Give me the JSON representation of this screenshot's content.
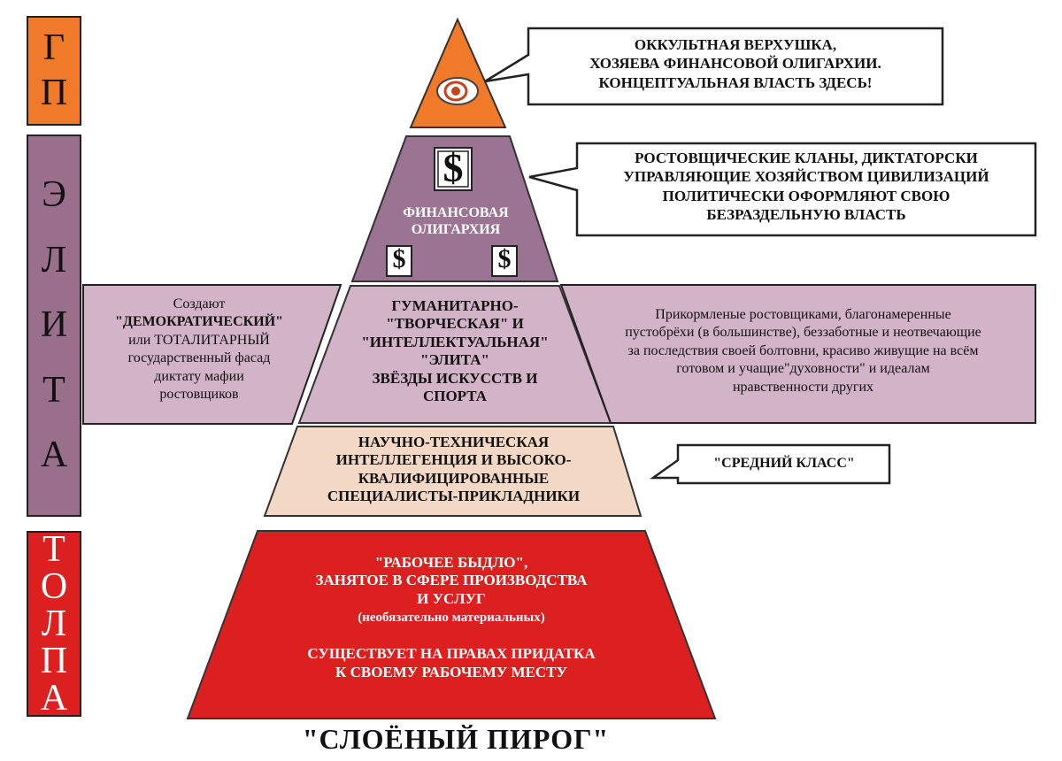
{
  "side_labels": {
    "gp": [
      "Г",
      "П"
    ],
    "elita": [
      "Э",
      "Л",
      "И",
      "Т",
      "А"
    ],
    "tolpa": [
      "Т",
      "О",
      "Л",
      "П",
      "А"
    ]
  },
  "pyramid": {
    "financial": [
      "ФИНАНСОВАЯ",
      "ОЛИГАРХИЯ"
    ],
    "dollar_symbol": "$",
    "humanitarian": [
      "ГУМАНИТАРНО-",
      "\"ТВОРЧЕСКАЯ\" И",
      "\"ИНТЕЛЛЕКТУАЛЬНАЯ\"",
      "\"ЭЛИТА\"",
      "ЗВЁЗДЫ ИСКУССТВ И",
      "СПОРТА"
    ],
    "technical": [
      "НАУЧНО-ТЕХНИЧЕСКАЯ",
      "ИНТЕЛЛЕГЕНЦИЯ И ВЫСОКО-",
      "КВАЛИФИЦИРОВАННЫЕ",
      "СПЕЦИАЛИСТЫ-ПРИКЛАДНИКИ"
    ],
    "worker": [
      "\"РАБОЧЕЕ БЫДЛО\",",
      "ЗАНЯТОЕ В СФЕРЕ ПРОИЗВОДСТВА",
      "И УСЛУГ"
    ],
    "worker_note": "(необязательно материальных)",
    "worker_tail": [
      "СУЩЕСТВУЕТ НА ПРАВАХ ПРИДАТКА",
      "К СВОЕМУ РАБОЧЕМУ МЕСТУ"
    ]
  },
  "callouts": {
    "top": [
      "ОККУЛЬТНАЯ ВЕРХУШКА,",
      "ХОЗЯЕВА ФИНАНСОВОЙ ОЛИГАРХИИ.",
      "КОНЦЕПТУАЛЬНАЯ ВЛАСТЬ ЗДЕСЬ!"
    ],
    "usury": [
      "РОСТОВЩИЧЕСКИЕ КЛАНЫ, ДИКТАТОРСКИ",
      "УПРАВЛЯЮЩИЕ ХОЗЯЙСТВОМ ЦИВИЛИЗАЦИЙ",
      "ПОЛИТИЧЕСКИ ОФОРМЛЯЮТ СВОЮ",
      "БЕЗРАЗДЕЛЬНУЮ ВЛАСТЬ"
    ],
    "middle": "\"СРЕДНИЙ КЛАСС\""
  },
  "side_boxes": {
    "left": [
      "Создают",
      "\"ДЕМОКРАТИЧЕСКИЙ\"",
      "или ТОТАЛИТАРНЫЙ",
      "государственный фасад",
      "диктату мафии",
      "ростовщиков"
    ],
    "right": [
      "Прикормленые ростовщиками, благонамеренные",
      "пустобрёхи (в большинстве), беззаботные и неотвечающие",
      "за последствия своей болтовни, красиво живущие на всём",
      "готовом и учащие\"духовности\" и идеалам",
      "нравственности других"
    ]
  },
  "title": "\"СЛОЁНЫЙ ПИРОГ\"",
  "colors": {
    "orange": "#f07a2a",
    "purple_side": "#9a6f8c",
    "purple_dark": "#9b7393",
    "purple_light": "#d3b3c8",
    "beige": "#f3d8c6",
    "red": "#dc1f1f"
  },
  "icons": {
    "eye": "all-seeing-eye-icon",
    "dollar": "dollar-icon"
  }
}
